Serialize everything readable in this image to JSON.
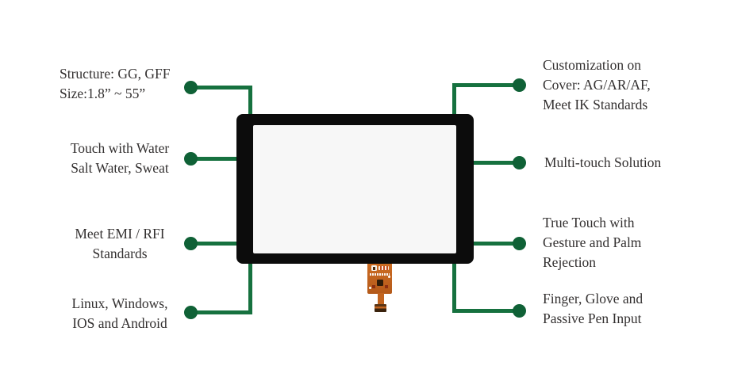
{
  "colors": {
    "page-bg": "#ffffff",
    "line-green": "#16713f",
    "dot-green": "#0f6136",
    "panel-black": "#0c0c0c",
    "screen-gray": "#f7f7f7",
    "text-dark": "#333030",
    "fpc-orange": "#c2641f"
  },
  "left_features": [
    {
      "lines": [
        "Structure: GG, GFF",
        "Size:1.8” ~ 55”"
      ]
    },
    {
      "lines": [
        "Touch with Water",
        "Salt Water, Sweat"
      ]
    },
    {
      "lines": [
        "Meet EMI / RFI",
        "Standards"
      ]
    },
    {
      "lines": [
        "Linux, Windows,",
        "IOS and Android"
      ]
    }
  ],
  "right_features": [
    {
      "lines": [
        "Customization on",
        "Cover: AG/AR/AF,",
        "Meet IK Standards"
      ]
    },
    {
      "lines": [
        "Multi-touch Solution"
      ]
    },
    {
      "lines": [
        "True Touch with",
        "Gesture and Palm",
        "Rejection"
      ]
    },
    {
      "lines": [
        "Finger, Glove and",
        "Passive Pen Input"
      ]
    }
  ]
}
